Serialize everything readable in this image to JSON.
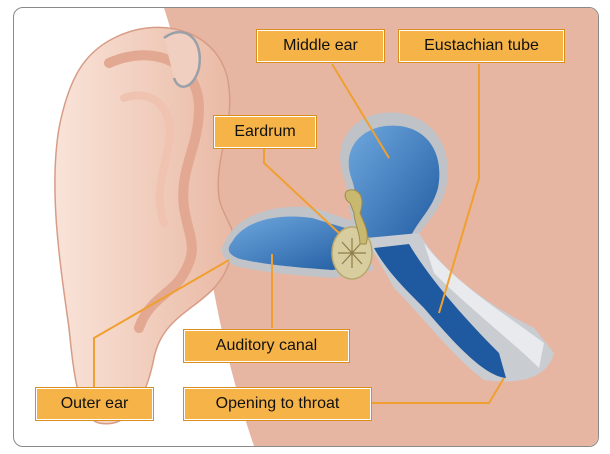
{
  "labels": {
    "middle_ear": "Middle ear",
    "eustachian_tube": "Eustachian tube",
    "eardrum": "Eardrum",
    "auditory_canal": "Auditory canal",
    "outer_ear": "Outer ear",
    "opening_to_throat": "Opening to throat"
  },
  "colors": {
    "skin": "#e8b7a3",
    "ear_light": "#f4d6c8",
    "canal_blue": "#2f6fb3",
    "canal_light": "#6aa6dc",
    "label_fill": "#f5b348",
    "leader_line": "#f0a030",
    "eardrum": "#d9cfa0"
  }
}
